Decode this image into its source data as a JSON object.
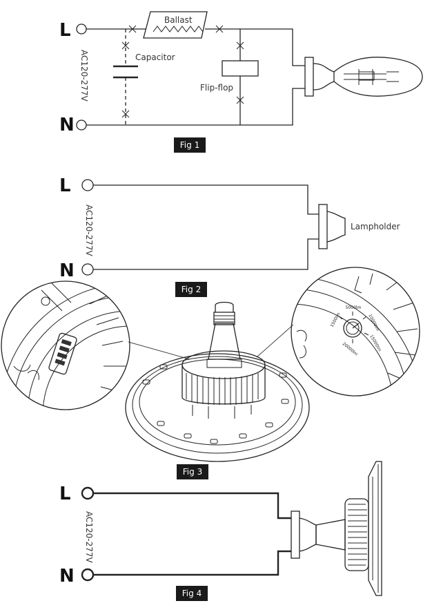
{
  "fig1": {
    "terminal_l": "L",
    "terminal_n": "N",
    "voltage": "AC120-277V",
    "ballast_label": "Ballast",
    "capacitor_label": "Capacitor",
    "flipflop_label": "Flip-flop",
    "caption": "Fig 1"
  },
  "fig2": {
    "terminal_l": "L",
    "terminal_n": "N",
    "voltage": "AC120-277V",
    "lampholder_label": "Lampholder",
    "caption": "Fig 2"
  },
  "fig3": {
    "dial_labels": [
      "1500lm",
      "5000lm",
      "10000lm",
      "15000lm",
      "20000lm"
    ],
    "caption": "Fig 3"
  },
  "fig4": {
    "terminal_l": "L",
    "terminal_n": "N",
    "voltage": "AC120-277V",
    "caption": "Fig 4"
  },
  "colors": {
    "ink": "#222222",
    "caption_bg": "#1a1a1a"
  }
}
